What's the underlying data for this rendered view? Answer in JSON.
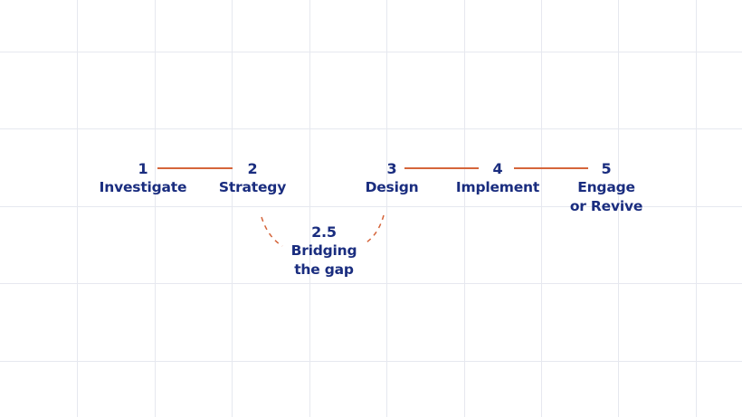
{
  "diagram": {
    "colors": {
      "text": "#1a2d7f",
      "connector": "#d5653b",
      "grid": "#e6e8ef",
      "background": "#ffffff"
    },
    "steps": [
      {
        "number": "1",
        "label": "Investigate"
      },
      {
        "number": "2",
        "label": "Strategy"
      },
      {
        "number": "3",
        "label": "Design"
      },
      {
        "number": "4",
        "label": "Implement"
      },
      {
        "number": "5",
        "label_line1": "Engage",
        "label_line2": "or Revive"
      }
    ],
    "bridge": {
      "number": "2.5",
      "label_line1": "Bridging",
      "label_line2": "the gap"
    },
    "connections": [
      {
        "from": "1",
        "to": "2",
        "style": "solid"
      },
      {
        "from": "2",
        "to": "2.5",
        "style": "dashed-arc"
      },
      {
        "from": "2.5",
        "to": "3",
        "style": "dashed-arc"
      },
      {
        "from": "3",
        "to": "4",
        "style": "solid"
      },
      {
        "from": "4",
        "to": "5",
        "style": "solid"
      }
    ]
  }
}
